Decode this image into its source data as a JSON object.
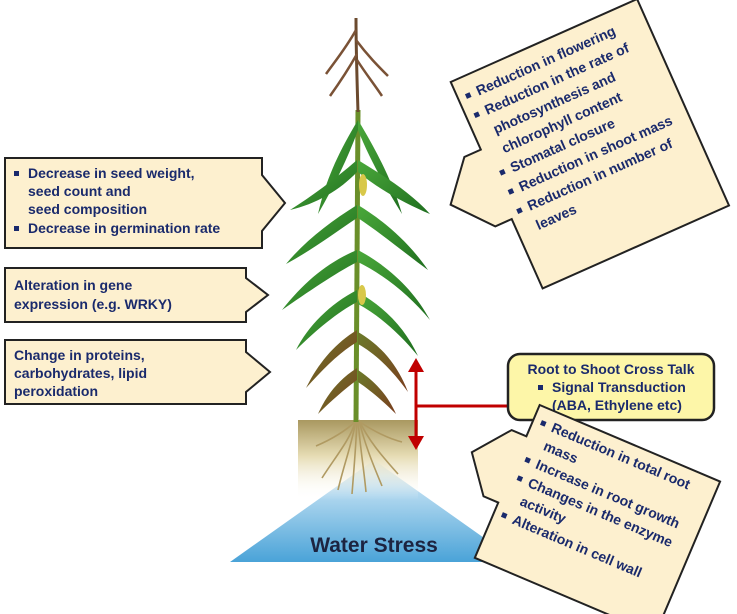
{
  "boxes": {
    "seed": {
      "items": [
        "Decrease in seed weight,",
        "seed count and",
        "seed composition",
        "Decrease in germination rate"
      ]
    },
    "gene": {
      "lines": [
        "Alteration in gene",
        "expression (e.g. WRKY)"
      ]
    },
    "proteins": {
      "lines": [
        "Change in proteins,",
        "carbohydrates, lipid",
        "peroxidation"
      ]
    },
    "shoot": {
      "items": [
        "Reduction in flowering",
        "Reduction in the rate of",
        "photosynthesis and",
        "chlorophyll content",
        "Stomatal closure",
        "Reduction in shoot mass",
        "Reduction in number of",
        "leaves"
      ]
    },
    "root": {
      "items": [
        "Reduction in total root",
        "mass",
        "Increase in root growth",
        "Changes in the enzyme",
        "activity",
        "Alteration in cell wall"
      ]
    },
    "cross_talk": {
      "title": "Root to Shoot Cross Talk",
      "item": "Signal Transduction",
      "sub": "(ABA, Ethylene etc)"
    }
  },
  "water_stress": "Water Stress",
  "colors": {
    "box_fill": "#fdf0cf",
    "box_stroke": "#222222",
    "text": "#1a2a6c",
    "cross_talk_fill": "#fdf6a8",
    "red_arrow": "#c00000",
    "triangle_top": "#e6f3fb",
    "triangle_bottom": "#4aa3d8",
    "leaf": "#2f8f2a",
    "soil": "#b8a46a"
  },
  "bullet_icon": "square-bullet-icon"
}
